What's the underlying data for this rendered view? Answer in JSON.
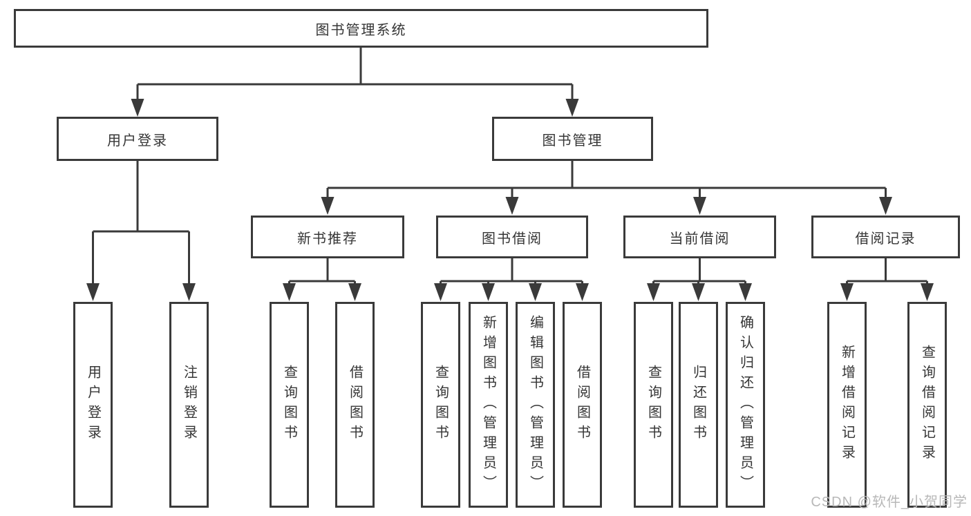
{
  "diagram": {
    "root": {
      "label": "图书管理系统"
    },
    "level2": [
      {
        "label": "用户登录"
      },
      {
        "label": "图书管理"
      }
    ],
    "level3": [
      {
        "label": "新书推荐",
        "parent": "图书管理"
      },
      {
        "label": "图书借阅",
        "parent": "图书管理"
      },
      {
        "label": "当前借阅",
        "parent": "图书管理"
      },
      {
        "label": "借阅记录",
        "parent": "图书管理"
      }
    ],
    "leaves": [
      {
        "label": "用户登录",
        "parent": "用户登录"
      },
      {
        "label": "注销登录",
        "parent": "用户登录"
      },
      {
        "label": "查询图书",
        "parent": "新书推荐"
      },
      {
        "label": "借阅图书",
        "parent": "新书推荐"
      },
      {
        "label": "查询图书",
        "parent": "图书借阅"
      },
      {
        "label": "新增图书（管理员）",
        "parent": "图书借阅"
      },
      {
        "label": "编辑图书（管理员）",
        "parent": "图书借阅"
      },
      {
        "label": "借阅图书",
        "parent": "图书借阅"
      },
      {
        "label": "查询图书",
        "parent": "当前借阅"
      },
      {
        "label": "归还图书",
        "parent": "当前借阅"
      },
      {
        "label": "确认归还（管理员）",
        "parent": "当前借阅"
      },
      {
        "label": "新增借阅记录",
        "parent": "借阅记录"
      },
      {
        "label": "查询借阅记录",
        "parent": "借阅记录"
      }
    ]
  },
  "watermark": {
    "text": "CSDN @软件_小贺同学"
  },
  "colors": {
    "line": "#3a3a3a",
    "box_border": "#3a3a3a",
    "text": "#353535",
    "background": "#ffffff",
    "watermark": "#b8b8b8"
  }
}
